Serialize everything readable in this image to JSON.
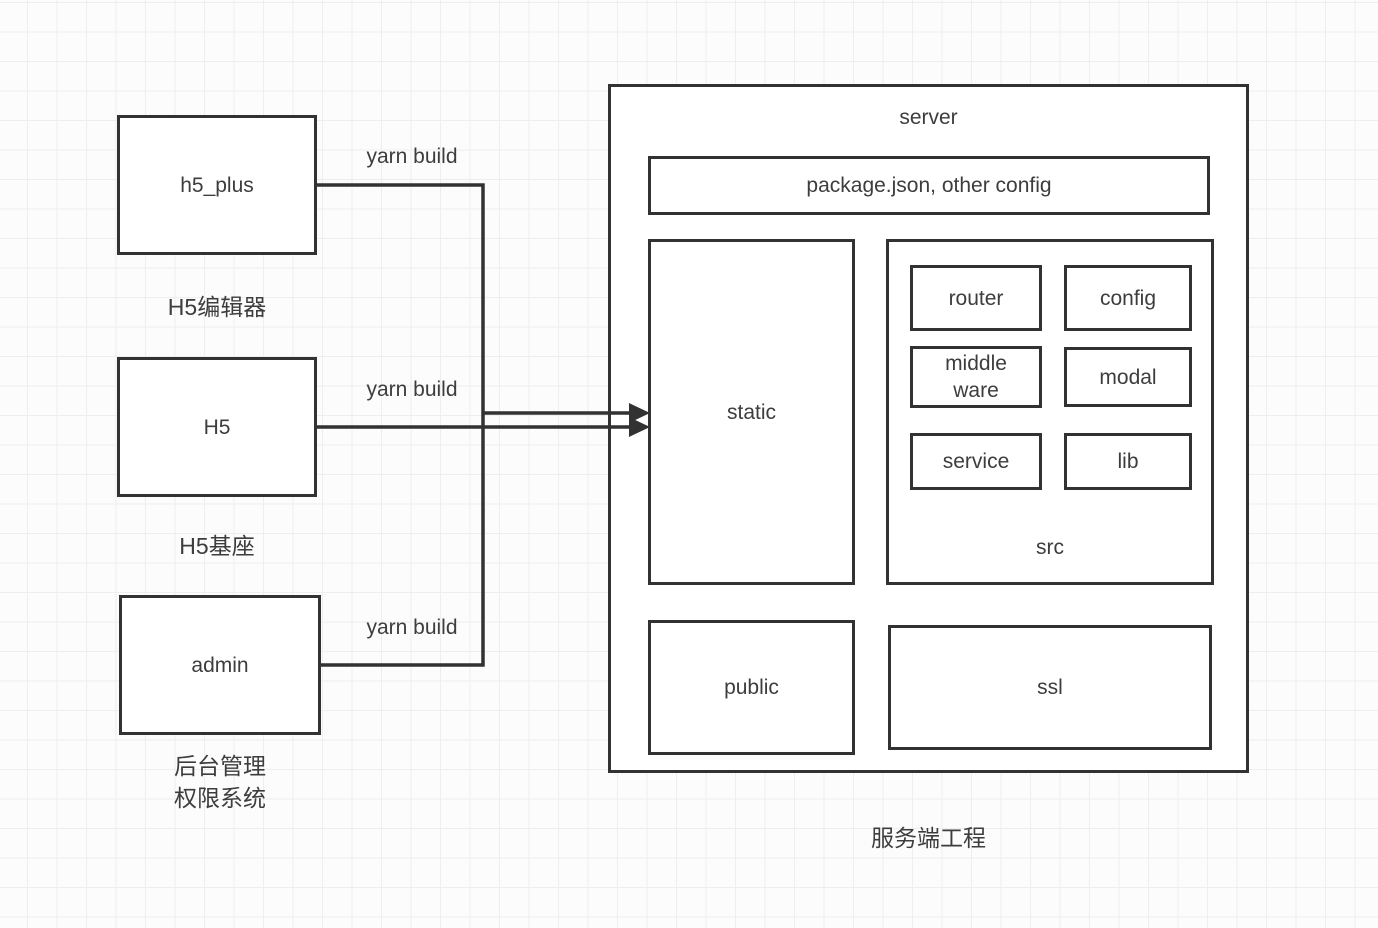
{
  "colors": {
    "stroke": "#323232",
    "text": "#3d3d3d",
    "box-fill": "#ffffff",
    "grid-line": "#efeeee",
    "canvas-bg": "#fcfcfc"
  },
  "clients": [
    {
      "box_label": "h5_plus",
      "edge_label": "yarn build",
      "caption_lines": [
        "H5编辑器"
      ]
    },
    {
      "box_label": "H5",
      "edge_label": "yarn build",
      "caption_lines": [
        "H5基座"
      ]
    },
    {
      "box_label": "admin",
      "edge_label": "yarn build",
      "caption_lines": [
        "后台管理",
        "权限系统"
      ]
    }
  ],
  "server": {
    "title": "server",
    "config_box_label": "package.json, other config",
    "static_label": "static",
    "src": {
      "label": "src",
      "modules": [
        "router",
        "config",
        "middle ware",
        "modal",
        "service",
        "lib"
      ]
    },
    "public_label": "public",
    "ssl_label": "ssl",
    "caption": "服务端工程"
  }
}
